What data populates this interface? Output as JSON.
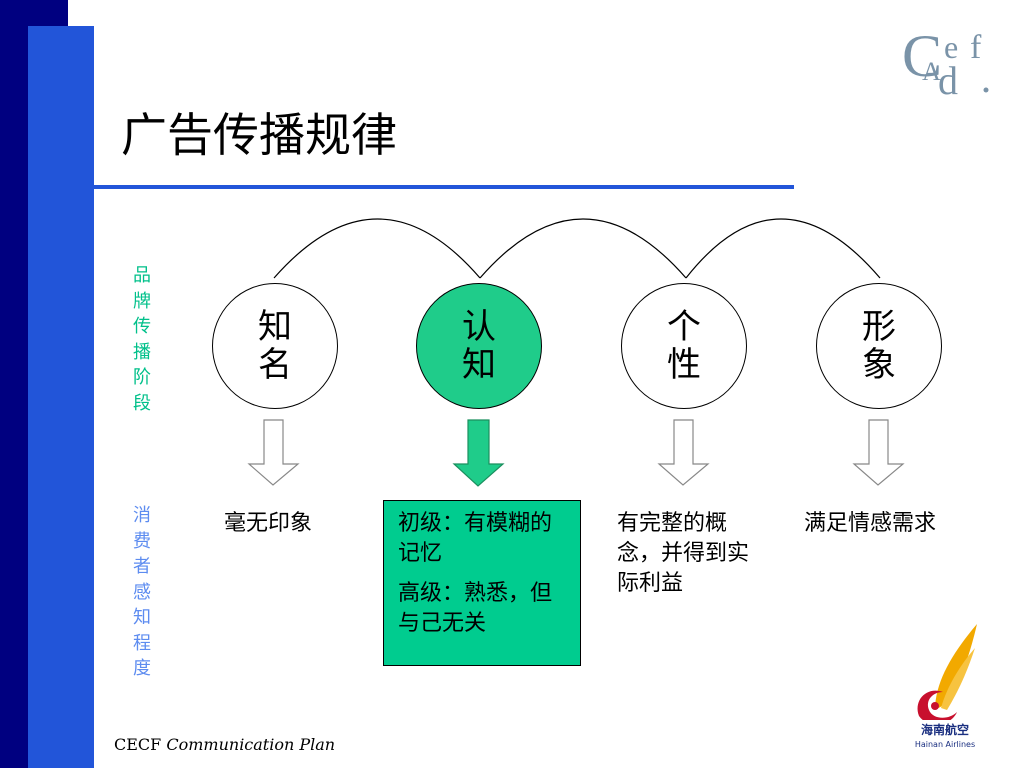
{
  "title": "广告传播规律",
  "labels": {
    "brand_stage": "品牌传播阶段",
    "consumer_perception": "消费者感知程度"
  },
  "stages": [
    {
      "label": "知名",
      "active": false
    },
    {
      "label": "认知",
      "active": true
    },
    {
      "label": "个性",
      "active": false
    },
    {
      "label": "形象",
      "active": false
    }
  ],
  "descriptions": {
    "stage1": "毫无印象",
    "stage2_line1": "初级：有模糊的记忆",
    "stage2_line2": "高级：熟悉，但与己无关",
    "stage3": "有完整的概念，并得到实际利益",
    "stage4": "满足情感需求"
  },
  "footer": {
    "prefix": "CECF",
    "suffix": "Communication Plan"
  },
  "logos": {
    "cecf_letters": [
      "C",
      "e",
      "f",
      "A",
      "d"
    ],
    "hainan_cn": "海南航空",
    "hainan_en": "Hainan Airlines"
  },
  "colors": {
    "navy": "#000080",
    "blue": "#2255d9",
    "green": "#00cc8f",
    "brand_label": "#00c08a",
    "consumer_label": "#5d8cf0",
    "hainan_red": "#c8102e",
    "hainan_gold": "#f2a900"
  },
  "icons": [
    "hollow-down-arrow-icon",
    "filled-down-arrow-icon"
  ]
}
